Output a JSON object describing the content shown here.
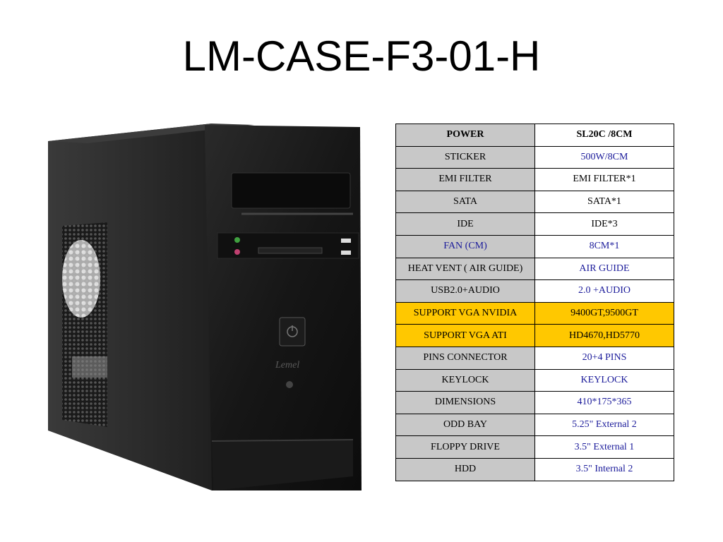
{
  "slide": {
    "title": "LM-CASE-F3-01-H",
    "case_brand": "Lemel"
  },
  "specs": [
    {
      "label": "POWER",
      "value": "SL20C /8CM",
      "header": true
    },
    {
      "label": "STICKER",
      "value": "500W/8CM"
    },
    {
      "label": "EMI FILTER",
      "value": "EMI FILTER*1"
    },
    {
      "label": "SATA",
      "value": "SATA*1"
    },
    {
      "label": "IDE",
      "value": "IDE*3"
    },
    {
      "label": "FAN (CM)",
      "value": "8CM*1"
    },
    {
      "label": "HEAT VENT ( AIR GUIDE)",
      "value": "AIR GUIDE"
    },
    {
      "label": "USB2.0+AUDIO",
      "value": "2.0 +AUDIO"
    },
    {
      "label": "SUPPORT VGA NVIDIA",
      "value": "9400GT,9500GT",
      "highlight": true
    },
    {
      "label": "SUPPORT VGA ATI",
      "value": "HD4670,HD5770",
      "highlight": true
    },
    {
      "label": "PINS CONNECTOR",
      "value": "20+4 PINS"
    },
    {
      "label": "KEYLOCK",
      "value": "KEYLOCK"
    },
    {
      "label": "DIMENSIONS",
      "value": "410*175*365"
    },
    {
      "label": "ODD BAY",
      "value": "5.25\" External  2"
    },
    {
      "label": "FLOPPY DRIVE",
      "value": "3.5\" External  1"
    },
    {
      "label": "HDD",
      "value": "3.5\" Internal  2"
    }
  ],
  "colors": {
    "label_bg": "#c8c8c8",
    "highlight_bg": "#ffc800",
    "value_text": "#1a1a9a"
  }
}
